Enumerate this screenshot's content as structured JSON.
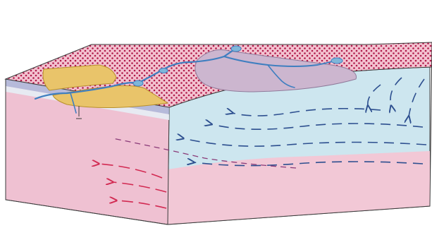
{
  "figure": {
    "type": "hydrogeology-block-diagram",
    "icons": [
      "recharge-zone-dot-pattern",
      "wetland-patch",
      "stream-channel",
      "spring",
      "flow-arrow"
    ],
    "colors": {
      "background": "#ffffff",
      "dotted_surface_base": "#f3c2d0",
      "dotted_surface_dots": "#b01a4a",
      "wetland_fill": "#e9c46a",
      "wetland_stroke": "#b8902c",
      "lake_basin": "#ccb6cf",
      "stream": "#3f7fc0",
      "spring": "#7fb6d9",
      "aquifer_water": "#cde6ef",
      "bedrock": "#f2c8d6",
      "bedrock_front": "#efc1d2",
      "shallow_flow_arrows": "#2d4f8f",
      "deep_flow_arrows": "#d22a52",
      "deep_flow_dashes": "#8a3a78",
      "strata_stripe": "#a8b8dc",
      "outline": "#3b3b3b"
    }
  }
}
